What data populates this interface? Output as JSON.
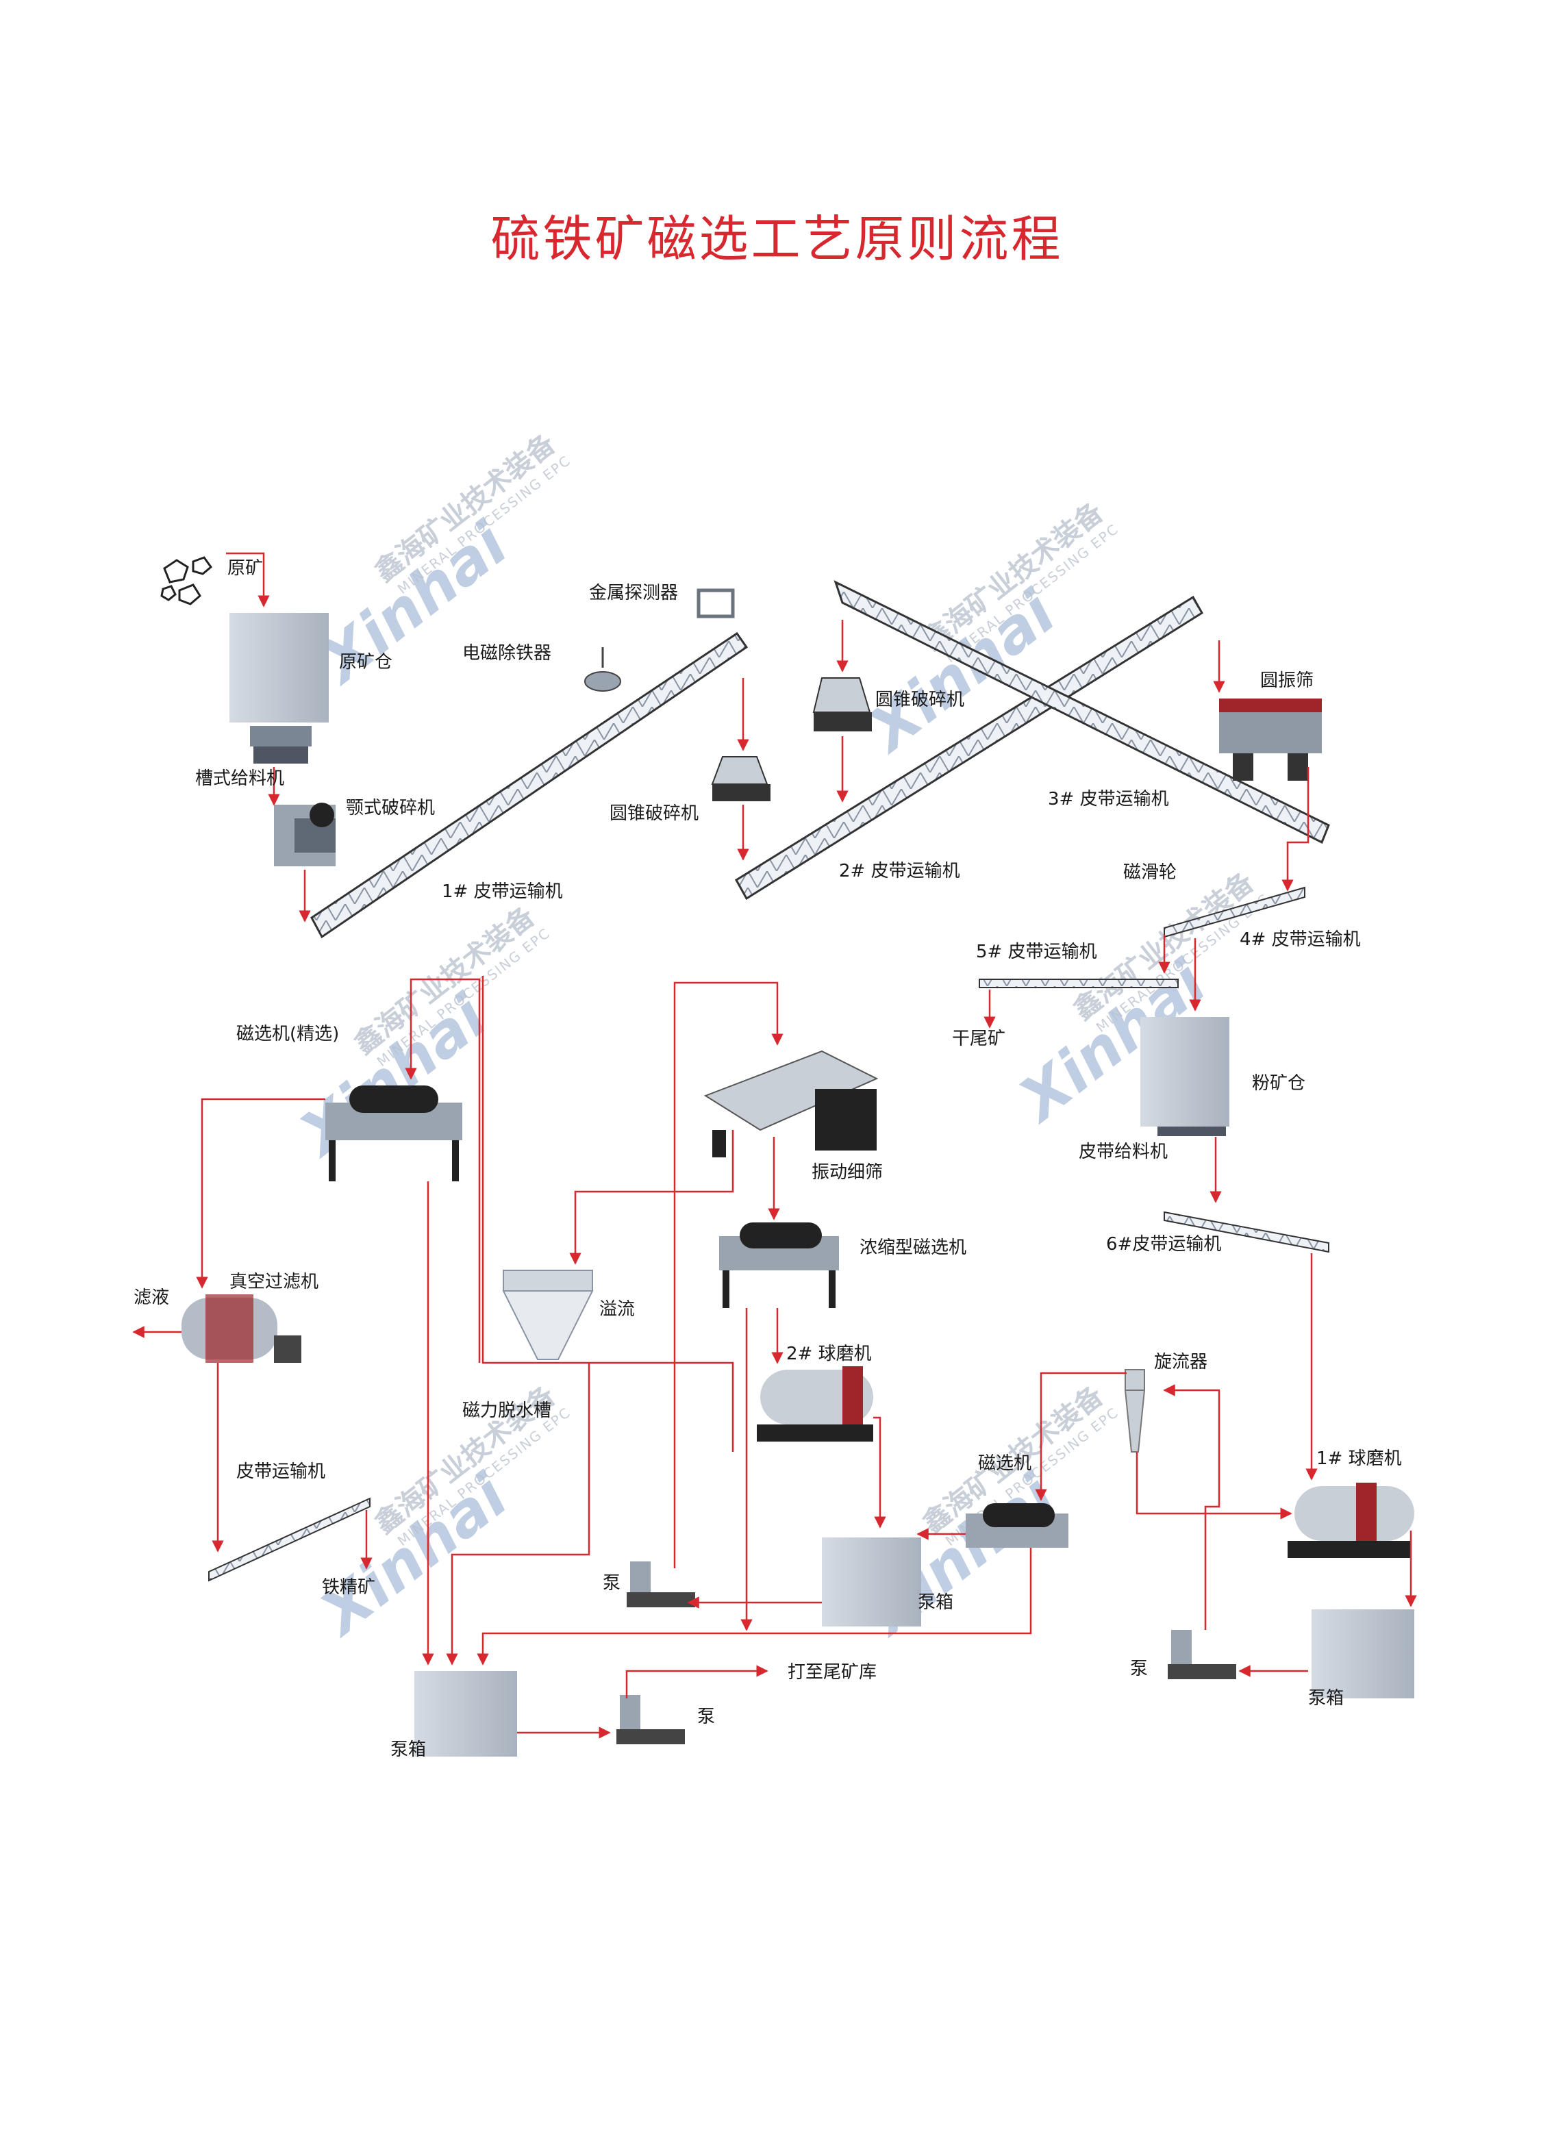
{
  "title": "硫铁矿磁选工艺原则流程",
  "accent_color": "#d7282f",
  "watermark": {
    "brand": "Xinhai",
    "cn": "鑫海矿业技术装备",
    "en": "MINERAL PROCESSING EPC"
  },
  "labels": {
    "raw_ore": "原矿",
    "raw_bin": "原矿仓",
    "trough_feeder": "槽式给料机",
    "jaw_crusher": "颚式破碎机",
    "metal_detector": "金属探测器",
    "electromagnetic_separator": "电磁除铁器",
    "cone_crusher_1": "圆锥破碎机",
    "cone_crusher_2": "圆锥破碎机",
    "conveyor_1": "1# 皮带运输机",
    "conveyor_2": "2# 皮带运输机",
    "conveyor_3": "3# 皮带运输机",
    "circular_screen": "圆振筛",
    "magnetic_pulley": "磁滑轮",
    "conveyor_4": "4# 皮带运输机",
    "conveyor_5": "5# 皮带运输机",
    "dry_tailings": "干尾矿",
    "powder_bin": "粉矿仓",
    "belt_feeder": "皮带给料机",
    "conveyor_6": "6#皮带运输机",
    "magnetic_separator_cleaning": "磁选机(精选)",
    "vibrating_fine_screen": "振动细筛",
    "thickening_magnetic_separator": "浓缩型磁选机",
    "filtrate": "滤液",
    "vacuum_filter": "真空过滤机",
    "overflow": "溢流",
    "magnetic_dewatering_tank": "磁力脱水槽",
    "ball_mill_2": "2#  球磨机",
    "cyclone": "旋流器",
    "ball_mill_1": "1#  球磨机",
    "magnetic_separator": "磁选机",
    "belt_conveyor": "皮带运输机",
    "iron_concentrate": "铁精矿",
    "pump_a": "泵",
    "pump_box_a": "泵箱",
    "pump_b": "泵",
    "pump_box_b": "泵箱",
    "to_tailings_pond": "打至尾矿库",
    "pump_c": "泵",
    "pump_box_c": "泵箱"
  }
}
